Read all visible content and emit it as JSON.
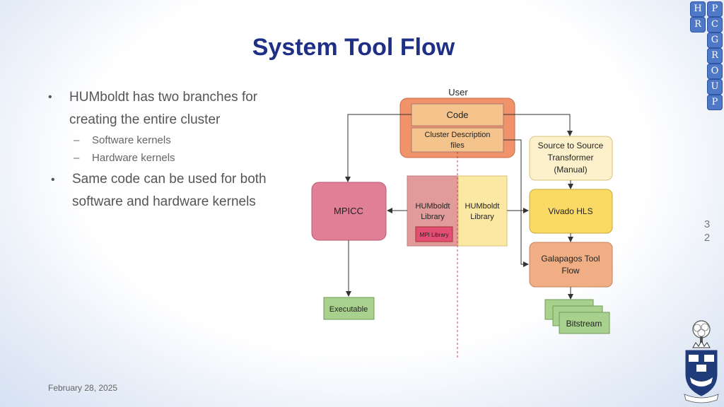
{
  "slide": {
    "title": "System Tool Flow",
    "date": "February 28, 2025",
    "page_number_line1": "3",
    "page_number_line2": "2"
  },
  "bullets": {
    "b1_line1": "HUMboldt has two branches for",
    "b1_line2": "creating the entire cluster",
    "sub1": "Software kernels",
    "sub2": "Hardware kernels",
    "b2_line1": "Same code can be used for both",
    "b2_line2": "software and hardware kernels",
    "bullet_char": "•",
    "dash_char": "–"
  },
  "logo": {
    "letters": [
      "H",
      "P",
      "R",
      "C",
      "G",
      "R",
      "O",
      "U",
      "P"
    ]
  },
  "diagram": {
    "user_label": "User",
    "code_label": "Code",
    "cluster_desc_line1": "Cluster Description",
    "cluster_desc_line2": "files",
    "s2s_line1": "Source to Source",
    "s2s_line2": "Transformer",
    "s2s_line3": "(Manual)",
    "mpicc_label": "MPICC",
    "humboldt_sw_line1": "HUMboldt",
    "humboldt_sw_line2": "Library",
    "mpi_library_label": "MPI Library",
    "humboldt_hw_line1": "HUMboldt",
    "humboldt_hw_line2": "Library",
    "vivado_label": "Vivado HLS",
    "galapagos_line1": "Galapagos Tool",
    "galapagos_line2": "Flow",
    "executable_label": "Executable",
    "bitstream_label": "Bitstream",
    "colors": {
      "user_box": "#f0926a",
      "code_box": "#f4c48c",
      "s2s_box": "#fdf1cc",
      "mpicc_box": "#e07f95",
      "humboldt_sw_box": "#e19b9b",
      "mpi_box": "#e34f74",
      "humboldt_hw_box": "#fbe8a2",
      "vivado_box": "#fad964",
      "galapagos_box": "#f1ae84",
      "green_box": "#a9d18e",
      "title": "#1f2f86"
    }
  }
}
